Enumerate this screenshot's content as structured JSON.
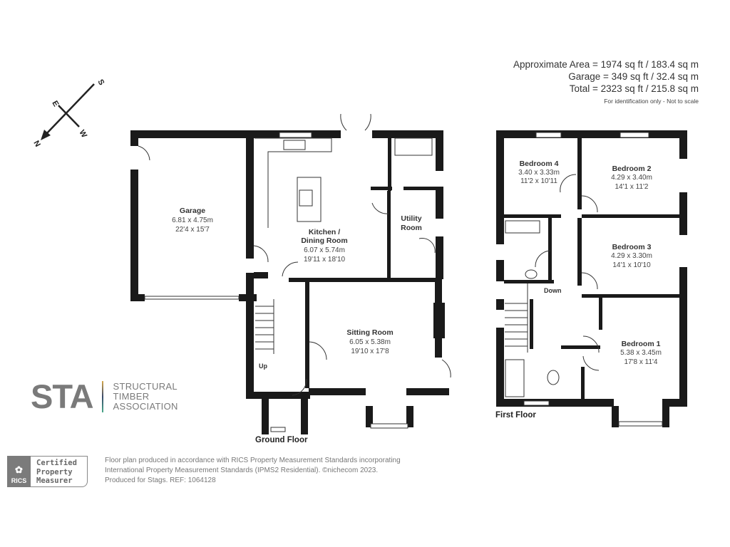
{
  "areas": {
    "approx_area": "Approximate Area = 1974 sq ft / 183.4 sq m",
    "garage": "Garage = 349 sq ft / 32.4 sq m",
    "total": "Total = 2323 sq ft / 215.8 sq m",
    "note": "For identification only - Not to scale"
  },
  "compass": {
    "north": "N",
    "south": "S",
    "east": "E",
    "west": "W"
  },
  "ground_floor": {
    "label": "Ground Floor",
    "rooms": {
      "garage": {
        "name": "Garage",
        "metric": "6.81 x 4.75m",
        "imperial": "22'4 x 15'7"
      },
      "kitchen": {
        "name_line1": "Kitchen /",
        "name_line2": "Dining Room",
        "metric": "6.07 x 5.74m",
        "imperial": "19'11 x 18'10"
      },
      "utility": {
        "name_line1": "Utility",
        "name_line2": "Room"
      },
      "sitting": {
        "name": "Sitting Room",
        "metric": "6.05 x 5.38m",
        "imperial": "19'10 x 17'8"
      }
    },
    "stairs_label": "Up"
  },
  "first_floor": {
    "label": "First Floor",
    "rooms": {
      "bedroom4": {
        "name": "Bedroom 4",
        "metric": "3.40 x 3.33m",
        "imperial": "11'2 x 10'11"
      },
      "bedroom2": {
        "name": "Bedroom 2",
        "metric": "4.29 x 3.40m",
        "imperial": "14'1 x 11'2"
      },
      "bedroom3": {
        "name": "Bedroom 3",
        "metric": "4.29 x 3.30m",
        "imperial": "14'1 x 10'10"
      },
      "bedroom1": {
        "name": "Bedroom 1",
        "metric": "5.38 x 3.45m",
        "imperial": "17'8 x 11'4"
      }
    },
    "stairs_label": "Down"
  },
  "sta_logo": {
    "abbr": "STA",
    "line1": "STRUCTURAL",
    "line2": "TIMBER",
    "line3": "ASSOCIATION"
  },
  "rics_badge": {
    "logo_text": "RICS",
    "line1": "Certified",
    "line2": "Property",
    "line3": "Measurer"
  },
  "footer": {
    "line1": "Floor plan produced in accordance with RICS Property Measurement Standards incorporating",
    "line2": "International Property Measurement Standards (IPMS2 Residential).   ©nichecom 2023.",
    "line3": "Produced for Stags.   REF: 1064128"
  }
}
